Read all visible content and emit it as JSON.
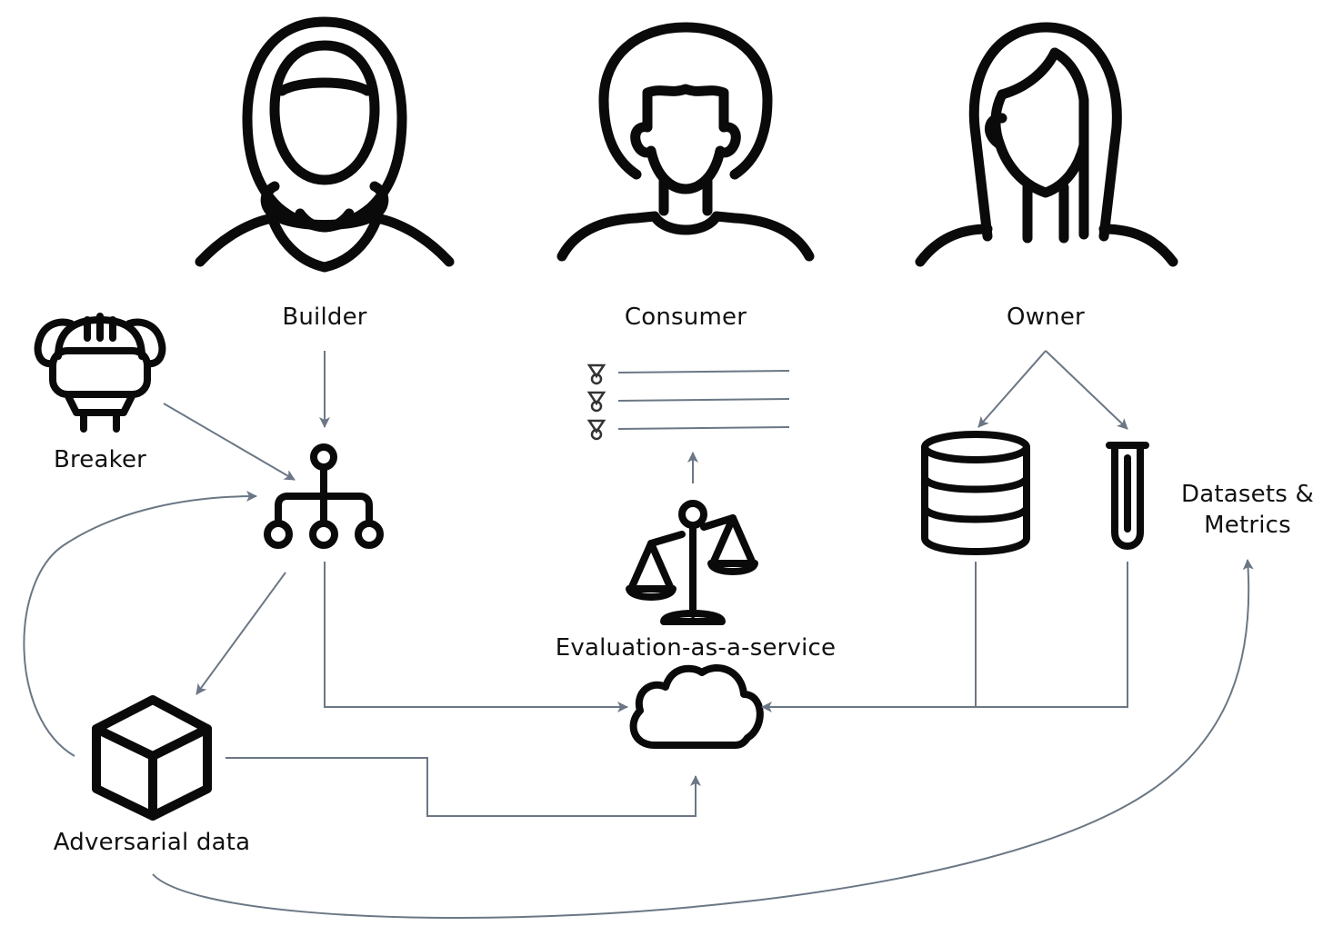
{
  "labels": {
    "builder": "Builder",
    "consumer": "Consumer",
    "owner": "Owner",
    "breaker": "Breaker",
    "evaluation": "Evaluation-as-a-service",
    "datasets_line1": "Datasets &",
    "datasets_line2": "Metrics",
    "adversarial": "Adversarial data"
  },
  "colors": {
    "icon": "#0a0a0a",
    "arrow": "#6b7785",
    "text": "#111111",
    "background": "#ffffff"
  },
  "icons": [
    "person-hijab-icon",
    "person-short-hair-icon",
    "person-long-hair-icon",
    "robot-breaker-icon",
    "model-hierarchy-icon",
    "leaderboard-medals-icon",
    "balance-scale-icon",
    "database-icon",
    "test-tube-icon",
    "cloud-icon",
    "cube-icon"
  ]
}
